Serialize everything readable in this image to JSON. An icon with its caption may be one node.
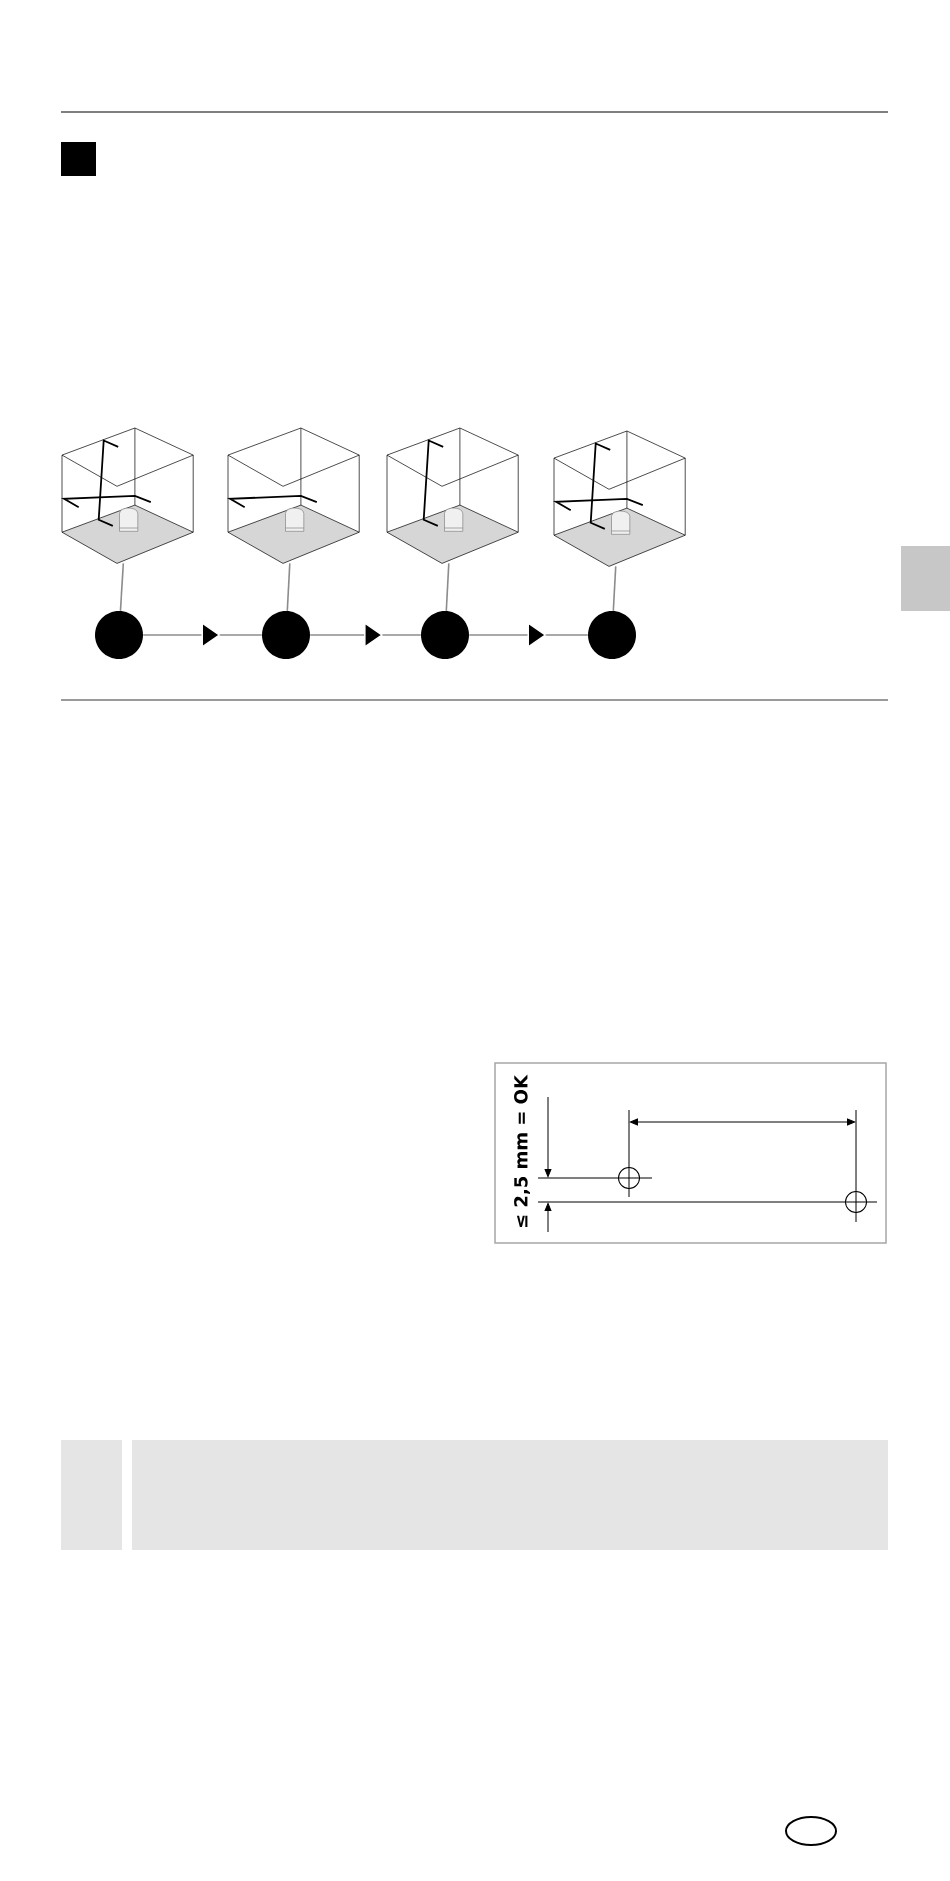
{
  "diagram": {
    "nodes": [
      {
        "text": [],
        "shape": "picture"
      },
      {
        "text": [],
        "shape": "picture"
      },
      {
        "text": [],
        "shape": "picture"
      },
      {
        "text": [],
        "shape": "picture"
      },
      {
        "text": [],
        "shape": "circle"
      },
      {
        "text": [],
        "shape": "circle"
      },
      {
        "text": [],
        "shape": "circle"
      },
      {
        "text": [],
        "shape": "circle"
      }
    ],
    "edges": [
      {
        "from": 0,
        "to": 4,
        "arrow": "none"
      },
      {
        "from": 1,
        "to": 5,
        "arrow": "none"
      },
      {
        "from": 2,
        "to": 6,
        "arrow": "none"
      },
      {
        "from": 3,
        "to": 7,
        "arrow": "none"
      },
      {
        "from": 4,
        "to": 5,
        "arrow": "to"
      },
      {
        "from": 5,
        "to": 6,
        "arrow": "to"
      },
      {
        "from": 6,
        "to": 7,
        "arrow": "to"
      }
    ],
    "labels": [
      "≤ 2,5 mm = OK"
    ]
  }
}
